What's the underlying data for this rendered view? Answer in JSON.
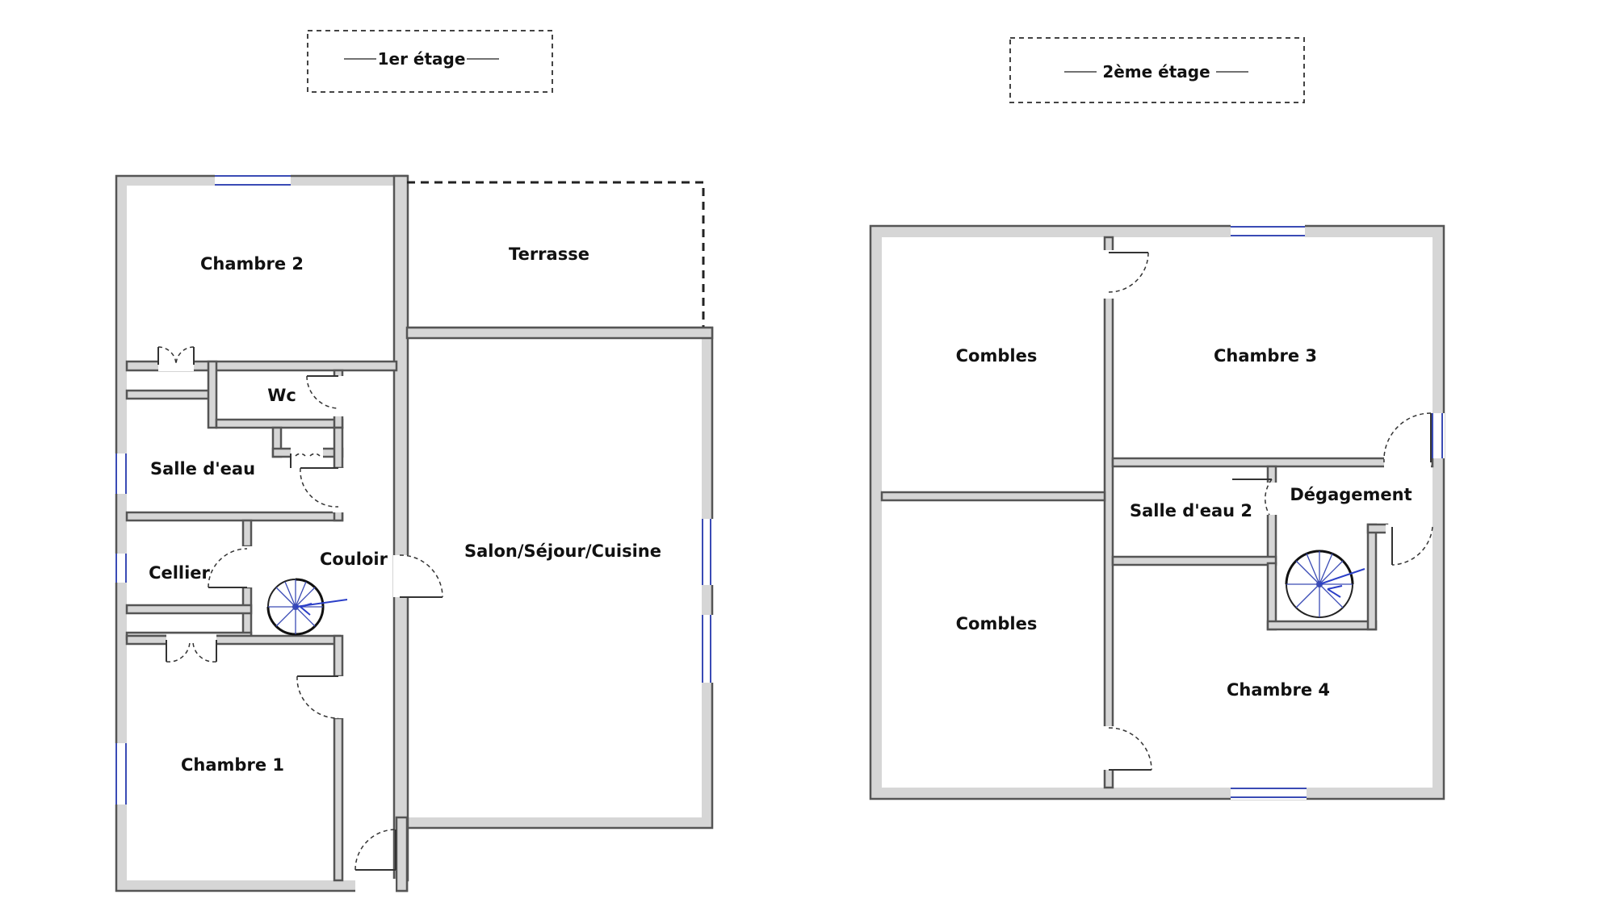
{
  "floors": [
    {
      "title": "1er étage",
      "rooms": {
        "chambre2": "Chambre 2",
        "terrasse": "Terrasse",
        "wc": "Wc",
        "salle_eau": "Salle d'eau",
        "cellier": "Cellier",
        "couloir": "Couloir",
        "salon": "Salon/Séjour/Cuisine",
        "chambre1": "Chambre 1"
      }
    },
    {
      "title": "2ème étage",
      "rooms": {
        "combles_top": "Combles",
        "chambre3": "Chambre 3",
        "salle_eau2": "Salle d'eau 2",
        "degagement": "Dégagement",
        "combles_bottom": "Combles",
        "chambre4": "Chambre 4"
      }
    }
  ],
  "colors": {
    "wall": "#d6d6d6",
    "wall_outline": "#555555",
    "window": "#3a4bb5",
    "stair_arrow": "#2b3fc8"
  }
}
